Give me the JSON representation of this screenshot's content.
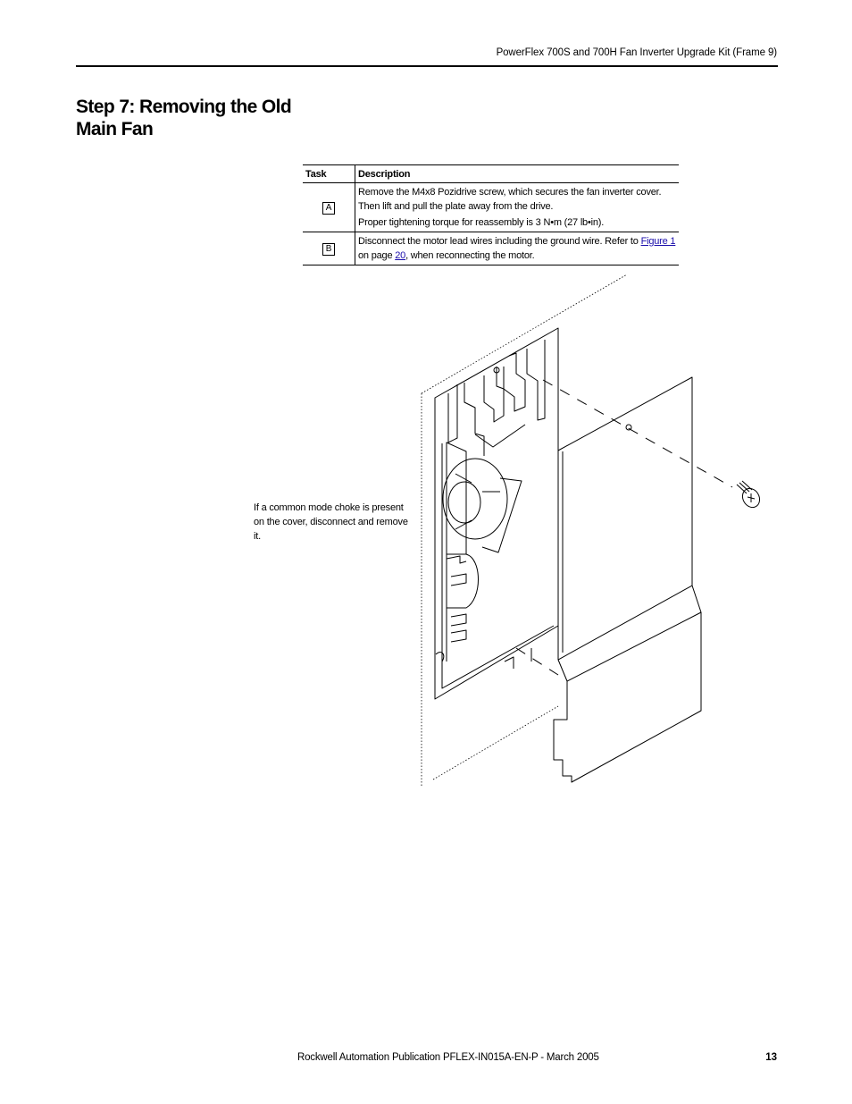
{
  "header": {
    "title": "PowerFlex 700S and 700H Fan Inverter Upgrade Kit (Frame 9)"
  },
  "section": {
    "heading": "Step 7: Removing the Old Main Fan"
  },
  "task_table": {
    "columns": [
      "Task",
      "Description"
    ],
    "rows": [
      {
        "task": "A",
        "lines": [
          "Remove the M4x8 Pozidrive screw, which secures the fan inverter cover. Then lift and pull the plate away from the drive.",
          "Proper tightening torque for reassembly is 3 N•m (27 lb•in)."
        ]
      },
      {
        "task": "B",
        "text_before": "Disconnect the motor lead wires including the ground wire. Refer to ",
        "link1": "Figure 1",
        "text_middle": " on page ",
        "link2": "20",
        "text_after": ", when reconnecting the motor."
      }
    ]
  },
  "side_note": "If a common mode choke is present on the cover, disconnect and remove it.",
  "footer": {
    "publication": "Rockwell Automation Publication PFLEX-IN015A-EN-P - March 2005",
    "page_number": "13"
  },
  "colors": {
    "link": "#1a0dab"
  }
}
